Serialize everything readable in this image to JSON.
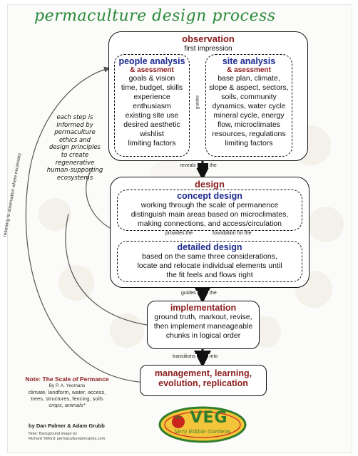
{
  "title": "permaculture design process",
  "observation": {
    "heading": "observation",
    "sub": "first impression",
    "people": {
      "heading": "people analysis",
      "sub": "& asessment",
      "items": [
        "goals & vision",
        "time, budget, skills",
        "experience",
        "enthusiasm",
        "existing site use",
        "desired aesthetic",
        "wishlist",
        "limiting factors"
      ]
    },
    "guides_small": "guides",
    "site": {
      "heading": "site analysis",
      "sub": "& asessment",
      "items": [
        "base plan, climate,",
        "slope & aspect, sectors,",
        "soils, community",
        "dynamics, water cycle",
        "mineral cycle, energy",
        "flow, microclimates",
        "resources, regulations",
        "limiting factors"
      ]
    }
  },
  "reveals": [
    "reveals",
    "the"
  ],
  "side_note": [
    "each step is",
    "informed by",
    "permaculture",
    "ethics and",
    "design principles",
    "to create",
    "regenerative",
    "human-supporting",
    "ecosystems"
  ],
  "return_label": "returning to observation where necessary",
  "design": {
    "heading": "design",
    "concept": {
      "heading": "concept design",
      "lines": [
        "working through the scale of permanence",
        "distinguish main areas based on microclimates,",
        "making connections, and access/circulation"
      ]
    },
    "provides": [
      "provides the",
      "foundation for the"
    ],
    "detailed": {
      "heading": "detailed design",
      "lines": [
        "based on the same three considerations,",
        "locate and relocate individual elements until",
        "the fit feels and flows right"
      ]
    }
  },
  "guides": [
    "guides",
    "the"
  ],
  "implementation": {
    "heading": "implementation",
    "lines": [
      "ground truth, markout, revise,",
      "then implement maneageable",
      "chunks in logical order"
    ]
  },
  "transitions": [
    "transitions",
    "into"
  ],
  "management": {
    "lines": [
      "management, learning,",
      "evolution, replication"
    ]
  },
  "note": {
    "title": "Note: The Scale of Permance",
    "byline": "By P. A. Yeomans",
    "lines": [
      "climate, landform, water, access,",
      "trees, structures, fencing, soils",
      "crops, animals*"
    ]
  },
  "authors": "by Dan Palmer & Adam Grubb",
  "credit": [
    "Note: Background image by",
    "Richard Telford: permacultureprinciples.com"
  ],
  "logo": {
    "big": "VEG",
    "script": "Very Edible Gardens"
  },
  "colors": {
    "title": "#2a8a3a",
    "heading_red": "#8b1c1c",
    "heading_blue": "#1d2a8f",
    "logo_red": "#c9261e",
    "logo_yellow": "#f3c53a",
    "logo_green": "#2f7d2b"
  }
}
